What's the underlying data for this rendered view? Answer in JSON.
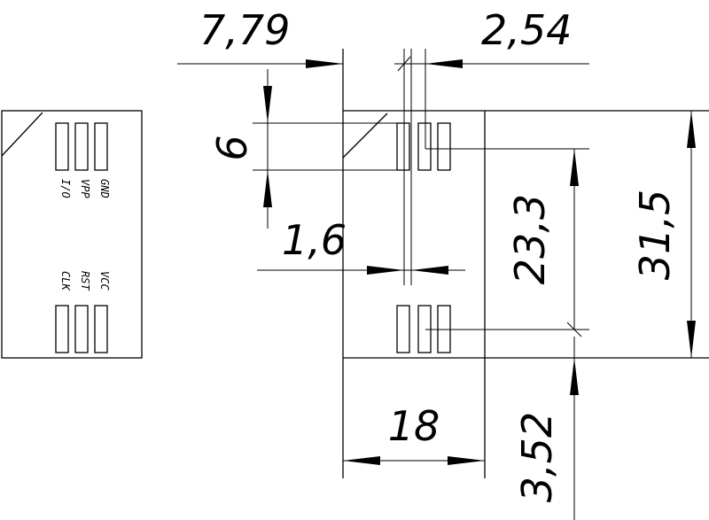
{
  "card_pin_labels": {
    "top": [
      "GND",
      "VPP",
      "I/O"
    ],
    "bottom": [
      "VCC",
      "RST",
      "CLK"
    ]
  },
  "dimensions": {
    "offset_x": "7,79",
    "pitch": "2,54",
    "pad_height": "6",
    "pad_width": "1,6",
    "row_distance": "23,3",
    "card_height": "31,5",
    "card_width": "18",
    "offset_y": "3,52"
  }
}
